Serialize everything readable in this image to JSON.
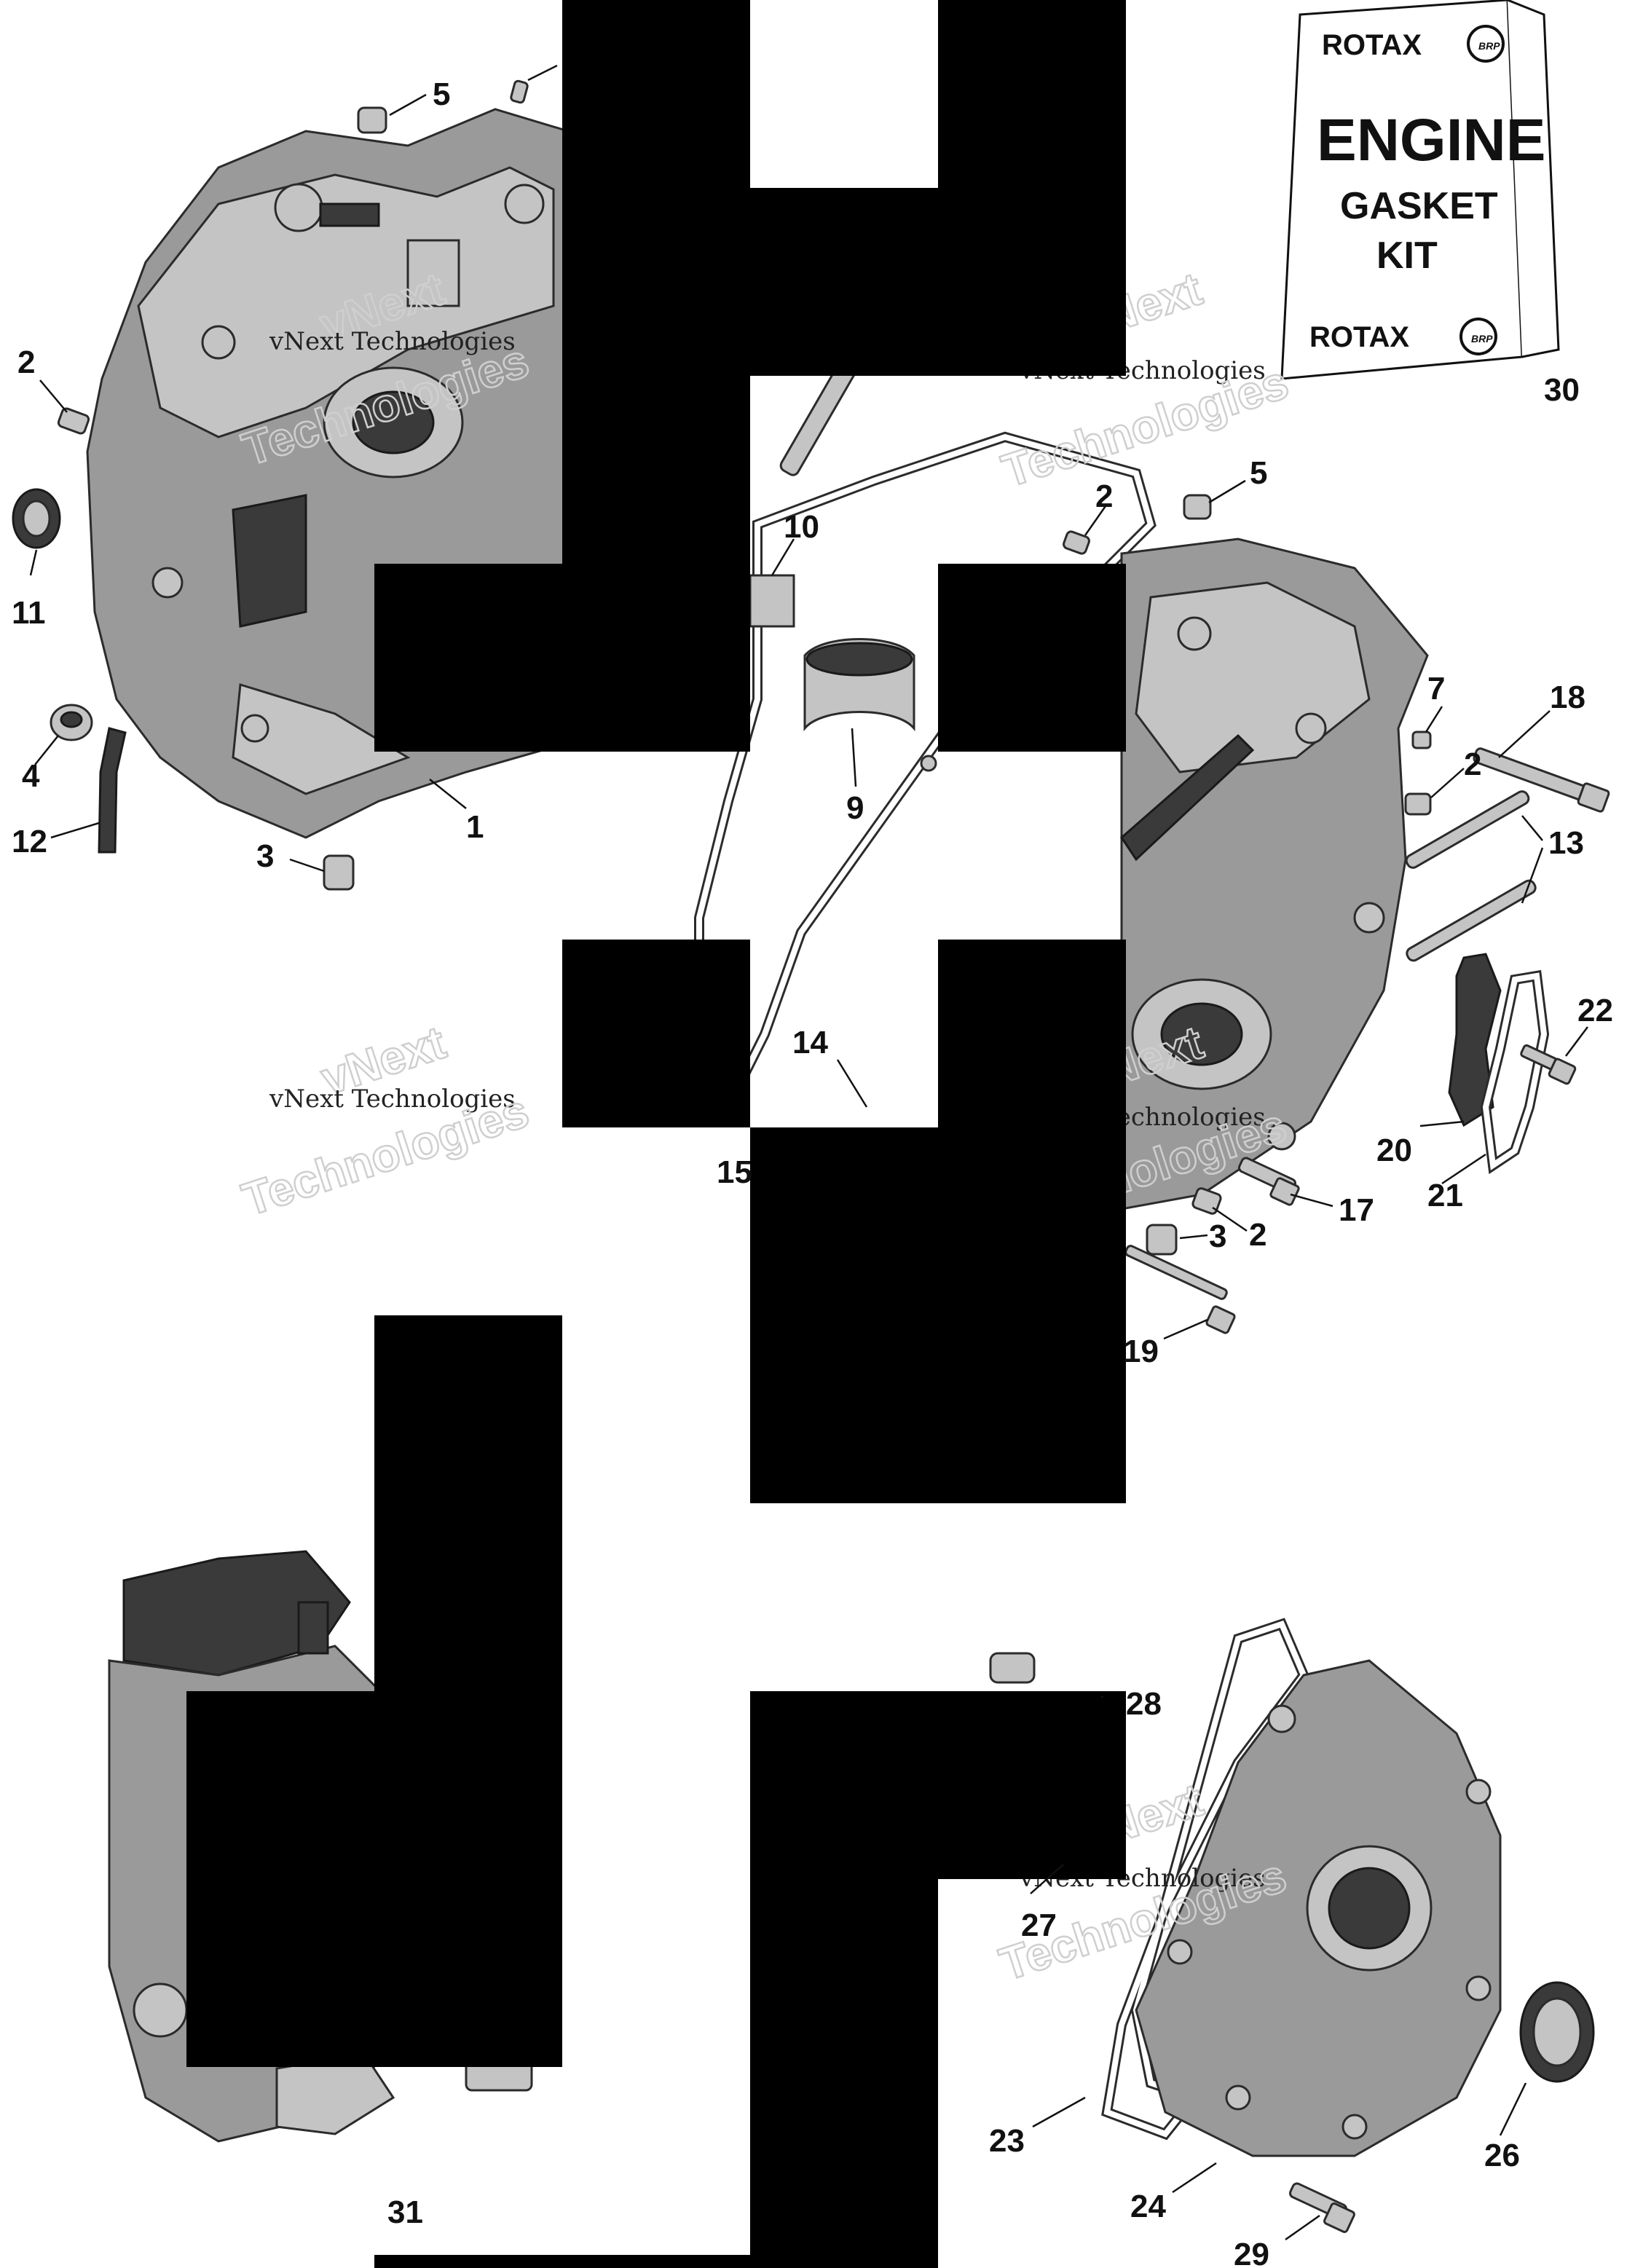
{
  "watermark": {
    "line1": "vNext Technologies",
    "line2": "Technologies",
    "line0": "vNext"
  },
  "gasket_kit": {
    "brand": "ROTAX",
    "trademark": ".",
    "logo": "BRP",
    "title": "ENGINE",
    "line2": "GASKET",
    "line3": "KIT"
  },
  "callouts": {
    "c1": "1",
    "c2a": "2",
    "c2b": "2",
    "c2c": "2",
    "c2d": "2",
    "c3a": "3",
    "c3b": "3",
    "c4": "4",
    "c5a": "5",
    "c5b": "5",
    "c7": "7",
    "c9": "9",
    "c10": "10",
    "c11": "11",
    "c12": "12",
    "c13": "13",
    "c14": "14",
    "c15": "15",
    "c17": "17",
    "c18": "18",
    "c19": "19",
    "c20": "20",
    "c21": "21",
    "c22": "22",
    "c23": "23",
    "c24": "24",
    "c26": "26",
    "c27": "27",
    "c28": "28",
    "c29": "29",
    "c30": "30",
    "c31": "31"
  },
  "colors": {
    "part": "#9a9a9a",
    "outline": "#2b2b2b",
    "mask": "#000000"
  }
}
